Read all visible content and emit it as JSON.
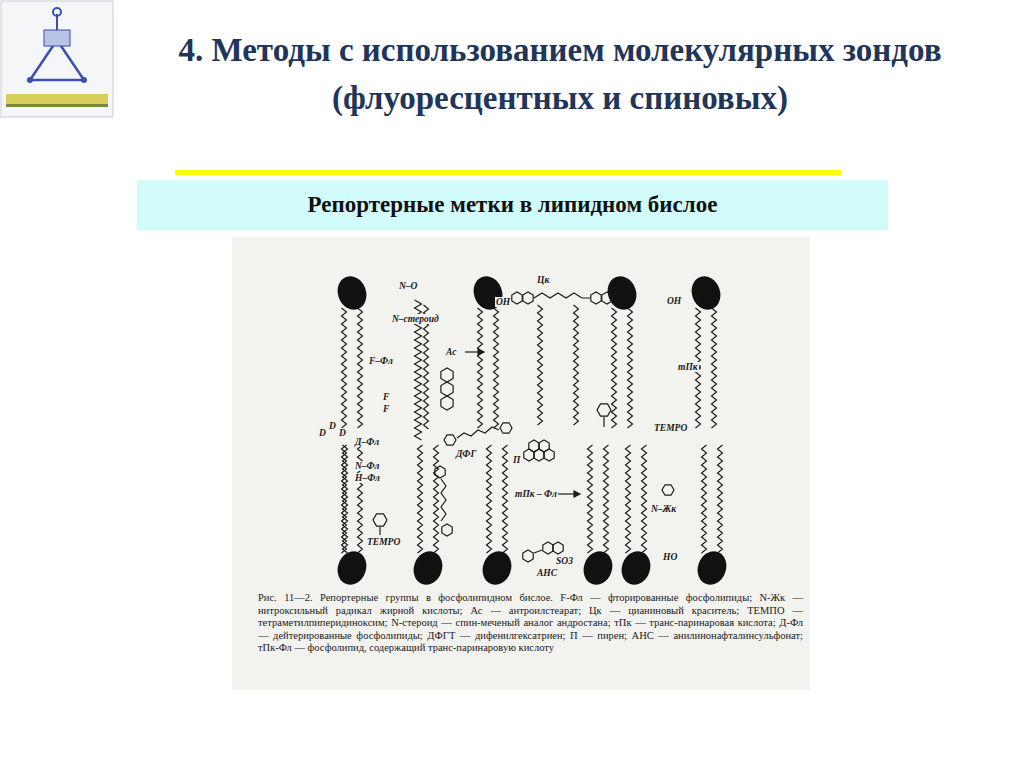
{
  "diagram": {
    "title": "4. Методы с использованием молекулярных зондов (флуоресцентных и спиновых)",
    "caption": "Рис. 11—2. Репортерные группы в фосфолипидном бислое. F-Фл — фторированные фосфолипиды; N-Жк — нитроксильный радикал жирной кислоты; Ас — антроилстеарат; Цк — цианиновый краситель; ТЕМПО — тетраметилпиперидиноксим; N-стероид — спин-меченый аналог андростана; тПк — транс-паринаровая кислота; Д-Фл — дейтерированные фосфолипиды; ДФГТ — дифенилгексатриен; П — пирен; АНС — анилинонафталинсульфонат; тПк-Фл — фосфолипид, содержащий транс-паринаровую кислоту",
    "nodes": [
      {
        "text": [
          "Репортерные метки в липидном бислое"
        ]
      }
    ],
    "labels": [
      "N–O",
      "N–стероид",
      "F–Фл",
      "F",
      "F",
      "Ас",
      "Цк",
      "OH",
      "OH",
      "тПк",
      "TEMPO",
      "D",
      "D",
      "D",
      "Д–Фл",
      "N–Фл",
      "Н–Фл",
      "ДФГ",
      "П",
      "тПк – Фл",
      "N–Жк",
      "TEMPO",
      "АНС",
      "SO3",
      "НО"
    ]
  }
}
